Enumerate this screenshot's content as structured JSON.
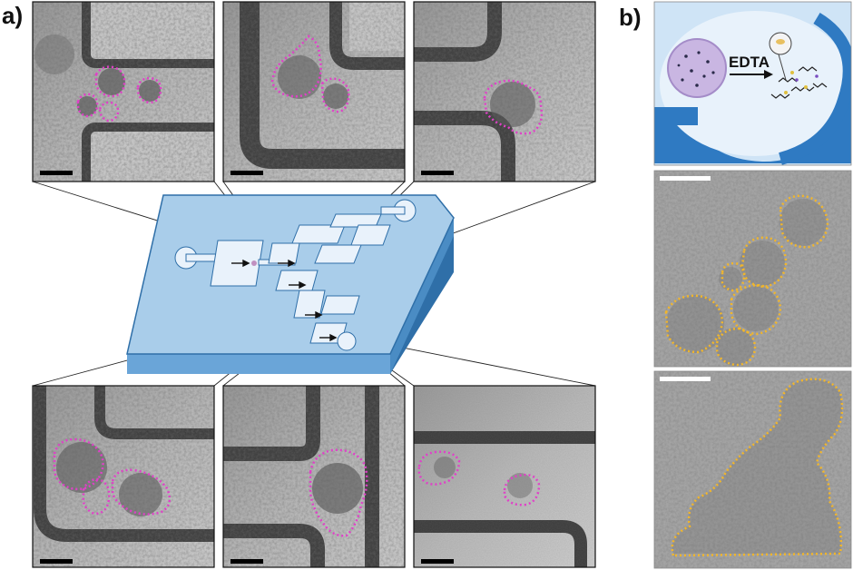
{
  "figure": {
    "panel_a_label": "a)",
    "panel_b_label": "b)",
    "schematic_text": "EDTA",
    "colors": {
      "outline_magenta": "#e040c8",
      "outline_yellow": "#f2b62a",
      "chip_blue": "#a9cdea",
      "chip_edge": "#3f86c4",
      "schematic_bg": "#cfe4f6",
      "micrograph_gray": "#b9b9b9"
    }
  }
}
